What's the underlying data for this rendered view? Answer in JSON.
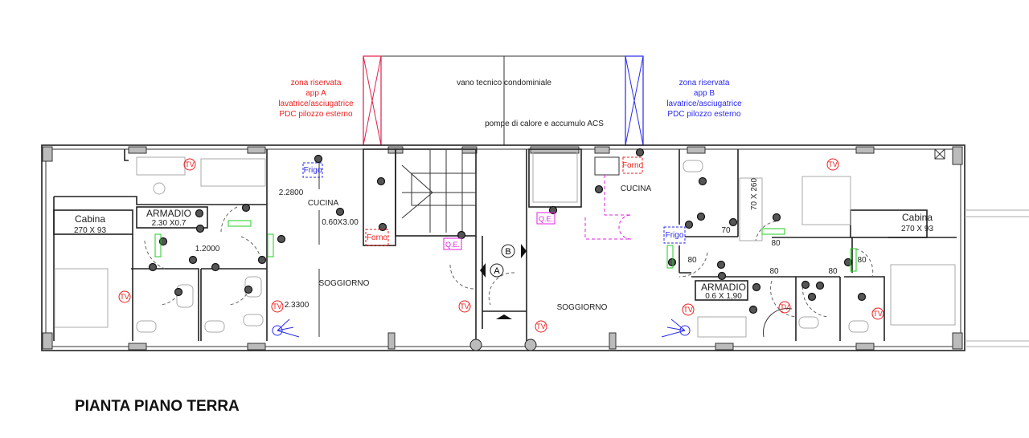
{
  "title": "PIANTA PIANO TERRA",
  "technical_room": {
    "label": "vano tecnico condominiale",
    "sublabel": "pompe di calore e accumulo ACS"
  },
  "zone_a": {
    "lines": [
      "zona riservata",
      "app A",
      "lavatrice/asciugatrice",
      "PDC pilozzo esterno"
    ],
    "color": "#f01e1e"
  },
  "zone_b": {
    "lines": [
      "zona riservata",
      "app B",
      "lavatrice/asciugatrice",
      "PDC pilozzo esterno"
    ],
    "color": "#2a2af0"
  },
  "apartment_a": {
    "cabina": {
      "label": "Cabina",
      "size": "270 X 93"
    },
    "armadio": {
      "label": "ARMADIO",
      "size": "2.30  X0.7"
    },
    "cucina": "CUCINA",
    "soggiorno": "SOGGIORNO",
    "dims": {
      "kitchen_depth": "2.2800",
      "corridor": "1.2000",
      "living_depth": "2.3300",
      "counter": "0.60X3.00"
    },
    "frigo": "Frigo",
    "forno": "Forno",
    "qe": "Q.E."
  },
  "apartment_b": {
    "cabina": {
      "label": "Cabina",
      "size": "270 X 93"
    },
    "armadio": {
      "label": "ARMADIO",
      "size": "0.6  X  1,90"
    },
    "cucina": "CUCINA",
    "soggiorno": "SOGGIORNO",
    "wardrobe": "70 X 260",
    "doors": [
      "70",
      "80",
      "80",
      "80",
      "80",
      "80"
    ],
    "frigo": "Frigo",
    "forno": "Forno",
    "qe": "Q.E."
  },
  "entrances": {
    "a": "A",
    "b": "B"
  },
  "tv_label": "TV"
}
